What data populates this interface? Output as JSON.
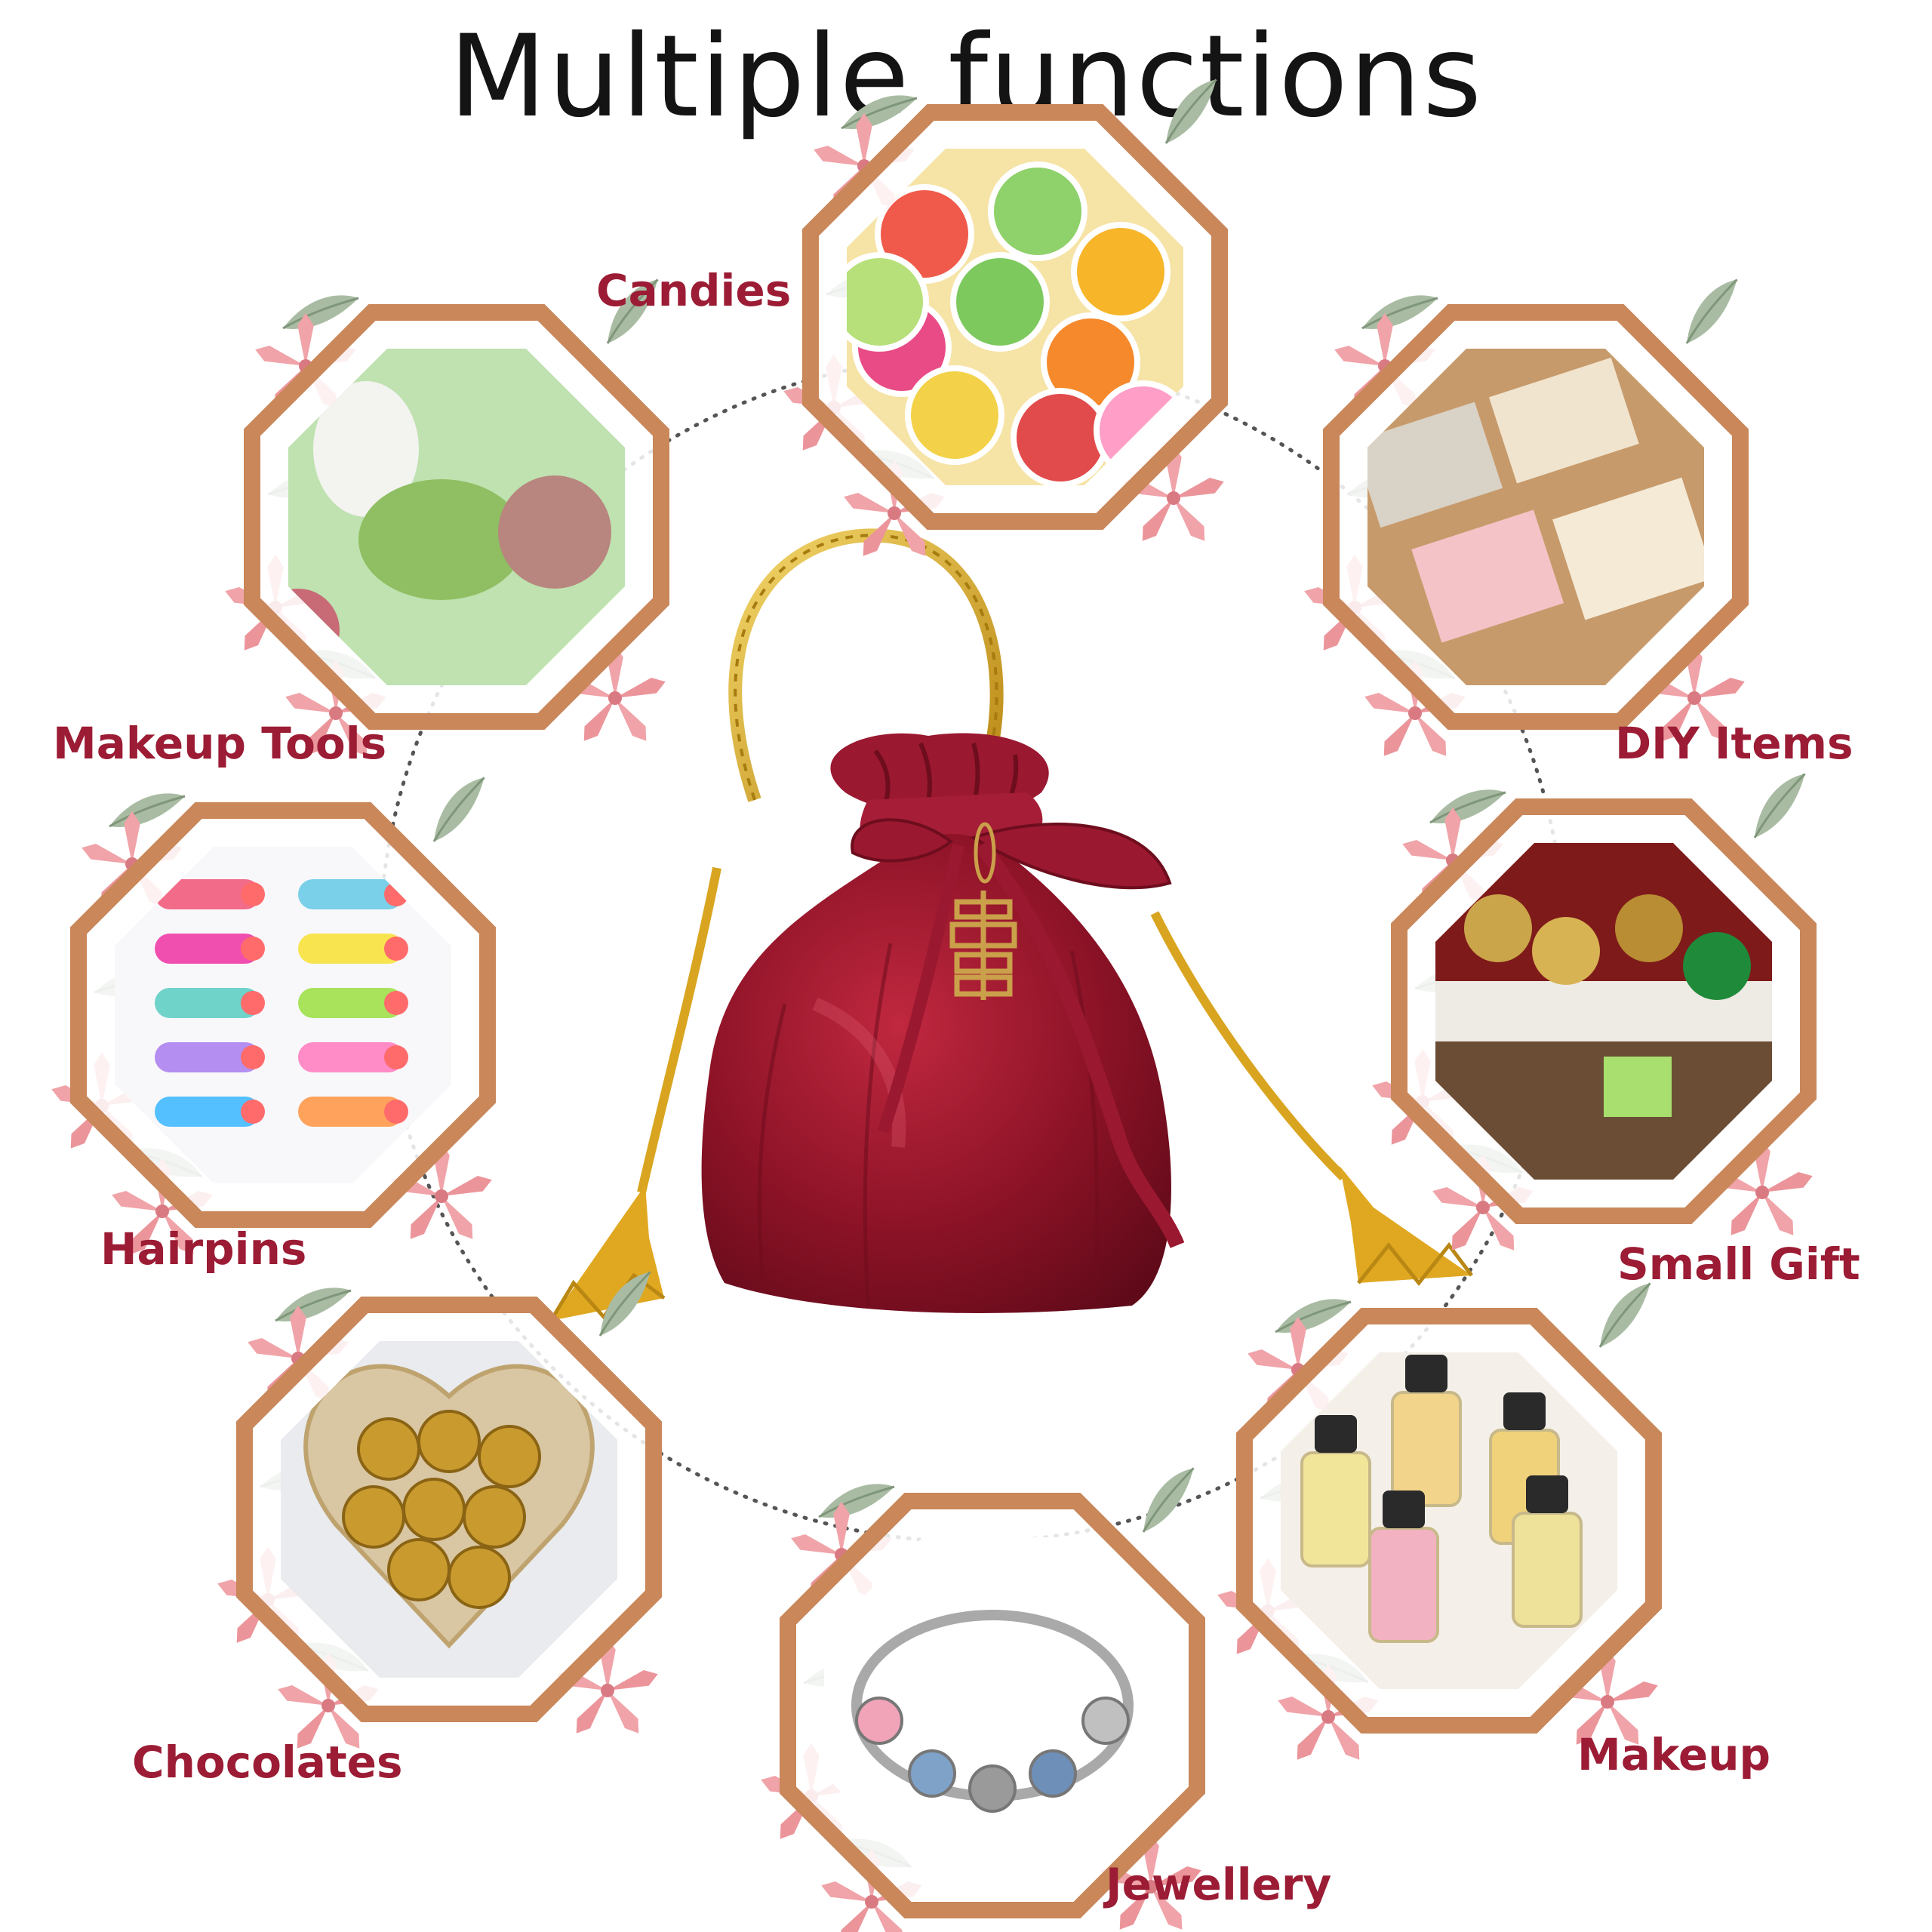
{
  "title": "Multiple functions",
  "center_item": "red-satin-drawstring-gift-bag",
  "items": [
    {
      "label": "Candies",
      "icon": "candies-photo"
    },
    {
      "label": "DIY Items",
      "icon": "soap-bars-photo"
    },
    {
      "label": "Small Gift",
      "icon": "small-gift-box-photo"
    },
    {
      "label": "Makeup",
      "icon": "perfume-bottles-photo"
    },
    {
      "label": "Jewellery",
      "icon": "charm-bracelet-photo"
    },
    {
      "label": "Chocolates",
      "icon": "chocolates-photo"
    },
    {
      "label": "Hairpins",
      "icon": "hairpins-photo"
    },
    {
      "label": "Makeup Tools",
      "icon": "makeup-sponges-photo"
    }
  ],
  "colors": {
    "label": "#9b1c34",
    "frame": "#c9875a",
    "bag": "#8e1327",
    "gold": "#d9a520",
    "flower": "#f0a3a8",
    "leaf": "#9fb39a"
  }
}
